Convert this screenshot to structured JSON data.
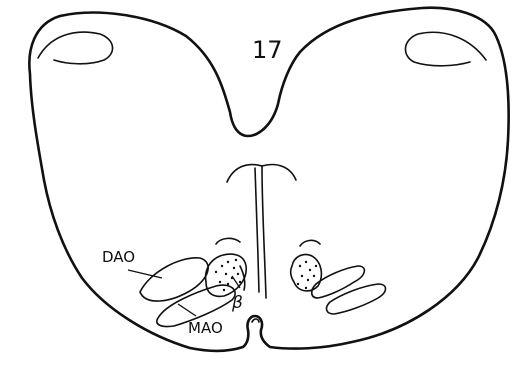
{
  "figure": {
    "number": "17",
    "labels": {
      "dao": "DAO",
      "mao": "MAO",
      "beta": "β"
    },
    "ink_color": "#111111",
    "background_color": "#ffffff"
  }
}
